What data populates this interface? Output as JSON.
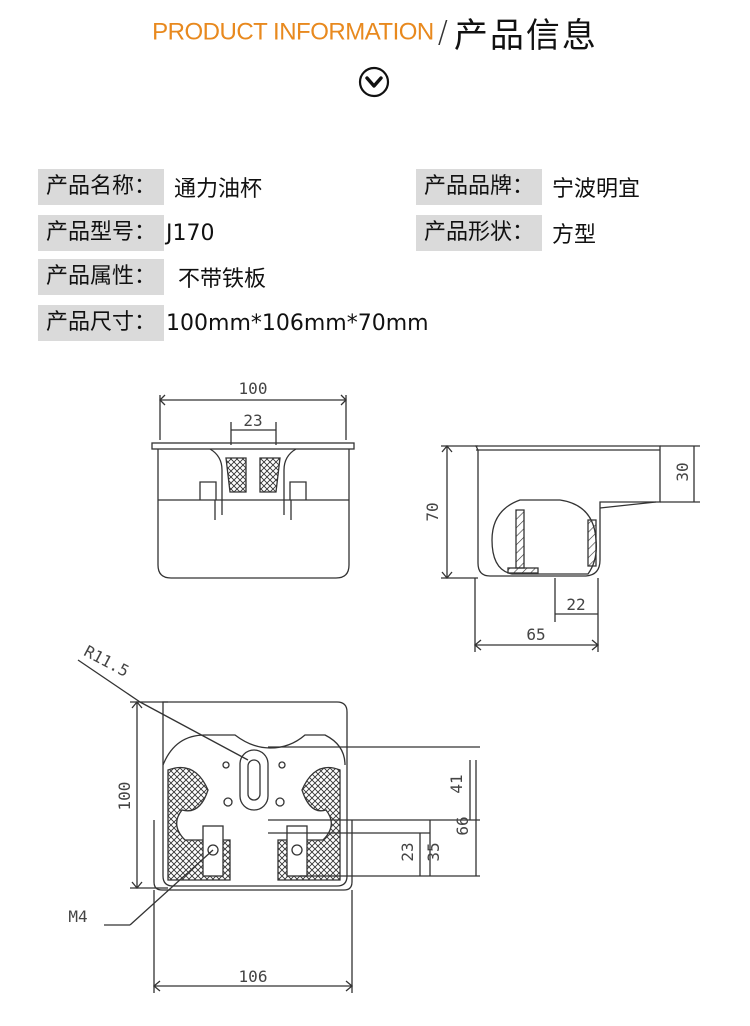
{
  "header": {
    "title_en": "PRODUCT INFORMATION",
    "separator": "/",
    "title_cn": "产品信息",
    "chevron_icon": "chevron-down-circle-icon",
    "accent_color": "#e8891e"
  },
  "specs": {
    "name_label": "产品名称：",
    "name_value": "通力油杯",
    "brand_label": "产品品牌：",
    "brand_value": "宁波明宜",
    "model_label": "产品型号：",
    "model_value": "J170",
    "shape_label": "产品形状：",
    "shape_value": "方型",
    "attr_label": "产品属性：",
    "attr_value": "不带铁板",
    "size_label": "产品尺寸：",
    "size_value": "100mm*106mm*70mm"
  },
  "drawing": {
    "front_width": "100",
    "front_slot": "23",
    "side_height": "70",
    "side_top": "30",
    "side_foot": "22",
    "side_depth": "65",
    "radius": "R11.5",
    "top_height": "100",
    "dim_41": "41",
    "dim_66": "66",
    "dim_23": "23",
    "dim_35": "35",
    "thread": "M4",
    "bottom_width": "106"
  }
}
